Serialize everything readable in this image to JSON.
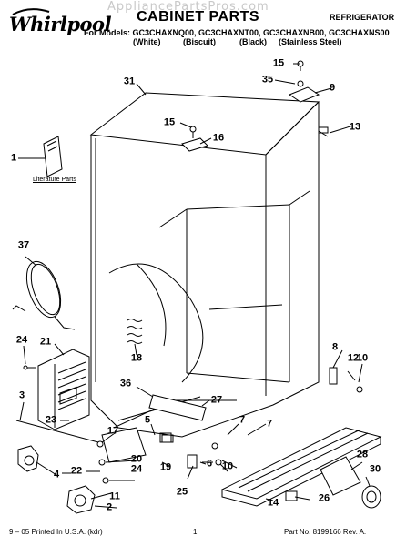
{
  "header": {
    "watermark": "AppliancePartsPros.com",
    "brand": "Whirlpool",
    "title": "CABINET PARTS",
    "category": "REFRIGERATOR",
    "models_line": "For Models: GC3CHAXNQ00, GC3CHAXNT00, GC3CHAXNB00, GC3CHAXNS00",
    "finishes": [
      "(White)",
      "(Biscuit)",
      "(Black)",
      "(Stainless Steel)"
    ]
  },
  "literature_label": "Literature Parts",
  "callouts": [
    "1",
    "3",
    "4",
    "5",
    "6",
    "7",
    "7",
    "8",
    "9",
    "10",
    "10",
    "11",
    "12",
    "13",
    "14",
    "15",
    "15",
    "16",
    "17",
    "18",
    "19",
    "20",
    "21",
    "22",
    "23",
    "24",
    "24",
    "25",
    "26",
    "27",
    "28",
    "30",
    "31",
    "35",
    "36",
    "37",
    "2"
  ],
  "footer": {
    "left": "9 – 05 Printed In U.S.A. (kdr)",
    "center": "1",
    "right": "Part No. 8199166 Rev. A."
  },
  "colors": {
    "ink": "#000000",
    "watermark": "#c9c9c9",
    "paper": "#ffffff"
  }
}
